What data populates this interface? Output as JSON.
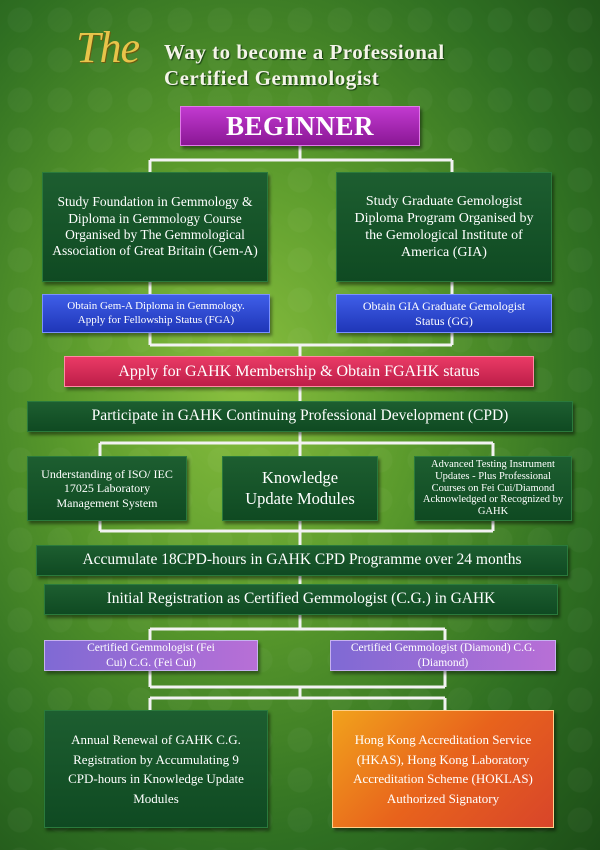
{
  "title": {
    "prefix": "The",
    "line1": "Way to become a Professional",
    "line2": "Certified Gemmologist"
  },
  "diagram": {
    "start": "BEGINNER",
    "left_study": "Study Foundation in Gemmology & Diploma in Gemmology Course Organised by The Gemmological Association of Great Britain (Gem-A)",
    "right_study": "Study Graduate Gemologist Diploma Program Organised by the Gemological Institute of America (GIA)",
    "left_obtain": "Obtain Gem-A Diploma in Gemmology. Apply for Fellowship Status (FGA)",
    "right_obtain": "Obtain GIA Graduate Gemologist Status (GG)",
    "membership": "Apply for GAHK Membership & Obtain FGAHK status",
    "cpd": "Participate in GAHK Continuing Professional Development (CPD)",
    "cpd_left": "Understanding of ISO/ IEC 17025 Laboratory Management System",
    "cpd_center": "Knowledge Update Modules",
    "cpd_right": "Advanced Testing Instrument Updates - Plus Professional Courses on Fei Cui/Diamond Acknowledged or Recognized by GAHK",
    "accumulate": "Accumulate 18CPD-hours in GAHK CPD Programme over 24 months",
    "registration": "Initial Registration as Certified Gemmologist (C.G.) in GAHK",
    "cg_feicui": "Certified Gemmologist (Fei Cui) C.G. (Fei Cui)",
    "cg_diamond": "Certified Gemmologist (Diamond) C.G. (Diamond)",
    "renewal": "Annual Renewal of GAHK C.G. Registration by Accumulating 9 CPD-hours in Knowledge Update Modules",
    "hkas": "Hong Kong Accreditation Service (HKAS), Hong Kong Laboratory Accreditation Scheme (HOKLAS) Authorized Signatory"
  }
}
